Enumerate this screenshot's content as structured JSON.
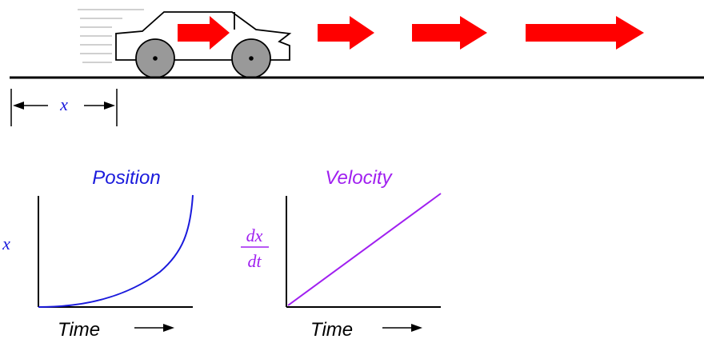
{
  "colors": {
    "position": "#1a1adc",
    "velocity": "#a020f0",
    "arrow": "#ff0000",
    "wheel": "#999999",
    "ink": "#000000",
    "speed_lines": "#b3b3b3"
  },
  "scene": {
    "distance_label": "x",
    "motion_arrow_count": 4
  },
  "position_graph": {
    "title": "Position",
    "y_label": "x",
    "x_label": "Time",
    "curve": "exponential"
  },
  "velocity_graph": {
    "title": "Velocity",
    "y_label_top": "dx",
    "y_label_bottom": "dt",
    "x_label": "Time",
    "curve": "linear"
  }
}
